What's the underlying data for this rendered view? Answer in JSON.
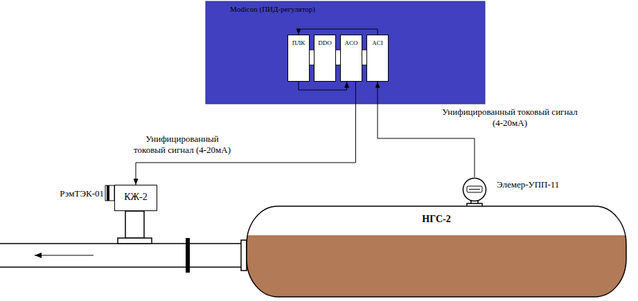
{
  "diagram": {
    "nodes": [
      {
        "text": [
          "Modicon (ПИД-регулятор)"
        ]
      },
      {
        "text": [
          "ПЛК"
        ],
        "in": 0
      },
      {
        "text": [
          "DDO"
        ],
        "in": 0
      },
      {
        "text": [
          "ACO"
        ],
        "in": 0
      },
      {
        "text": [
          "ACI"
        ],
        "in": 0
      },
      {
        "text": [
          "Элемер-УПП-11"
        ]
      },
      {
        "text": [
          "КЖ-2"
        ]
      },
      {
        "text": [
          "НГС-2"
        ]
      }
    ],
    "edges": [
      {
        "from": 4,
        "to": 1,
        "arrow": "to"
      },
      {
        "from": 1,
        "to": 3,
        "arrow": "to"
      },
      {
        "from": 3,
        "to": 6,
        "arrow": "to",
        "label": "Унифицированный токовый сигнал (4-20мА)"
      },
      {
        "from": 5,
        "to": 4,
        "arrow": "to",
        "label": "Унифицированный токовый сигнал (4-20мА)"
      }
    ],
    "labels": [
      "РэмТЭК-01"
    ]
  }
}
